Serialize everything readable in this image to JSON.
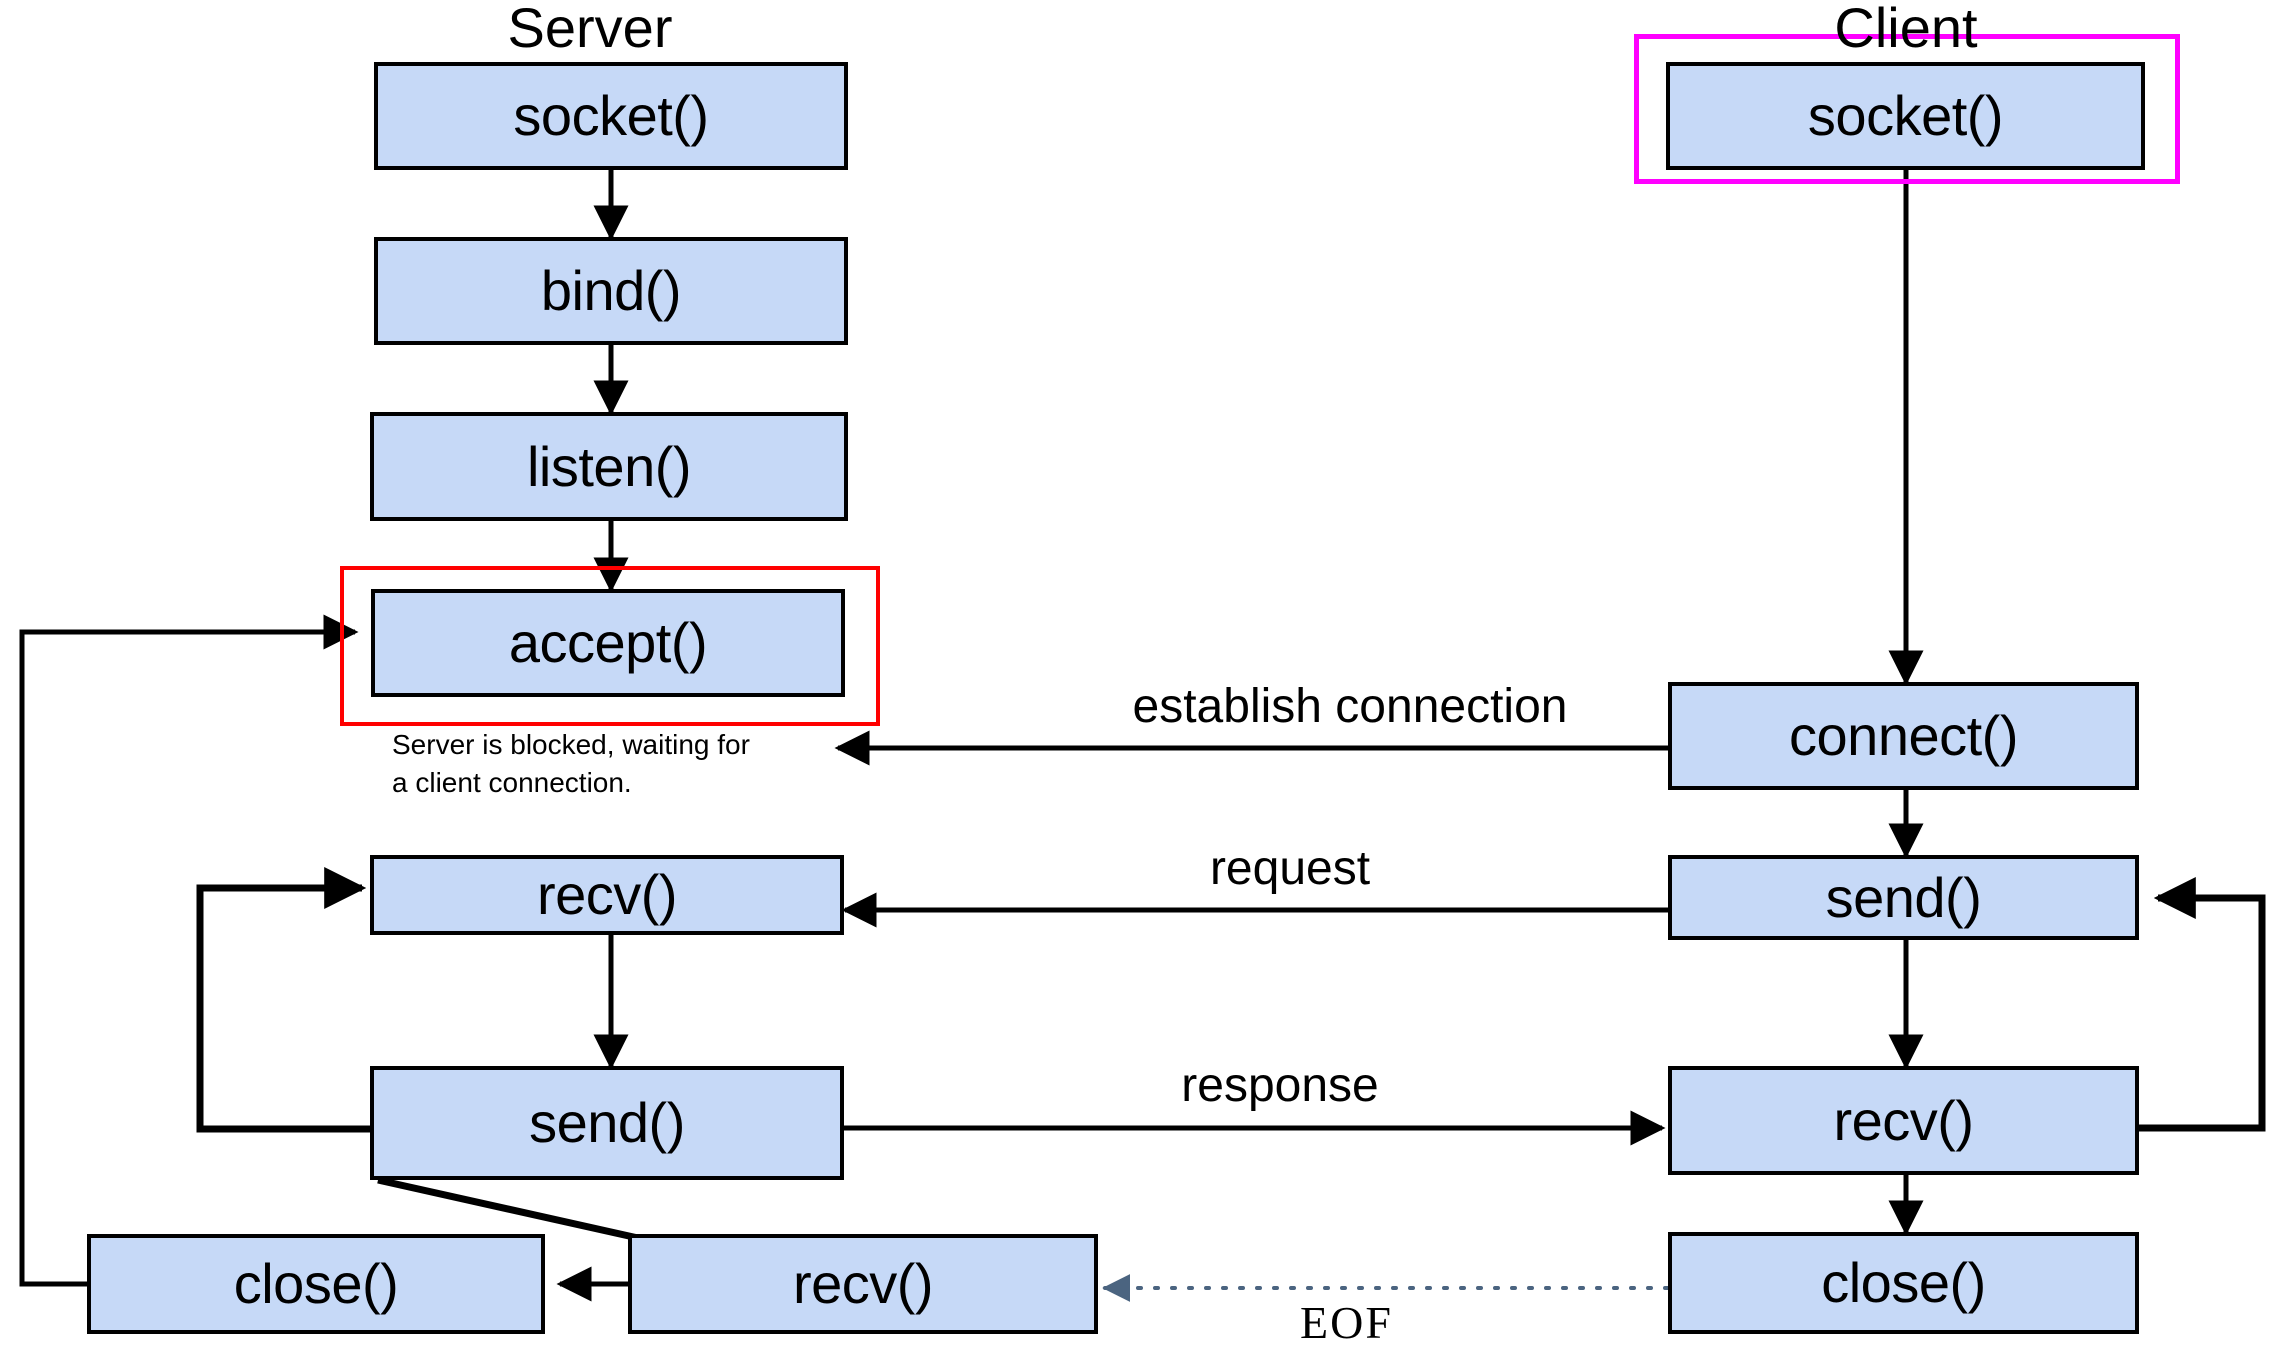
{
  "diagram": {
    "title_server": "Server",
    "title_client": "Client",
    "colors": {
      "node_fill": "#c6d9f7",
      "node_stroke": "#000000",
      "accept_highlight": "#ff0000",
      "client_socket_highlight": "#ff00ff",
      "eof_arrow": "#4b6480",
      "background": "#ffffff"
    },
    "server_nodes": [
      {
        "id": "server-socket",
        "label": "socket()"
      },
      {
        "id": "server-bind",
        "label": "bind()"
      },
      {
        "id": "server-listen",
        "label": "listen()"
      },
      {
        "id": "server-accept",
        "label": "accept()"
      },
      {
        "id": "server-recv",
        "label": "recv()"
      },
      {
        "id": "server-send",
        "label": "send()"
      },
      {
        "id": "server-recv2",
        "label": "recv()"
      },
      {
        "id": "server-close",
        "label": "close()"
      }
    ],
    "client_nodes": [
      {
        "id": "client-socket",
        "label": "socket()"
      },
      {
        "id": "client-connect",
        "label": "connect()"
      },
      {
        "id": "client-send",
        "label": "send()"
      },
      {
        "id": "client-recv",
        "label": "recv()"
      },
      {
        "id": "client-close",
        "label": "close()"
      }
    ],
    "edge_labels": {
      "establish": "establish connection",
      "request": "request",
      "response": "response",
      "eof": "EOF"
    },
    "annotations": {
      "blocked_note": "Server is blocked, waiting for\na client connection."
    }
  }
}
